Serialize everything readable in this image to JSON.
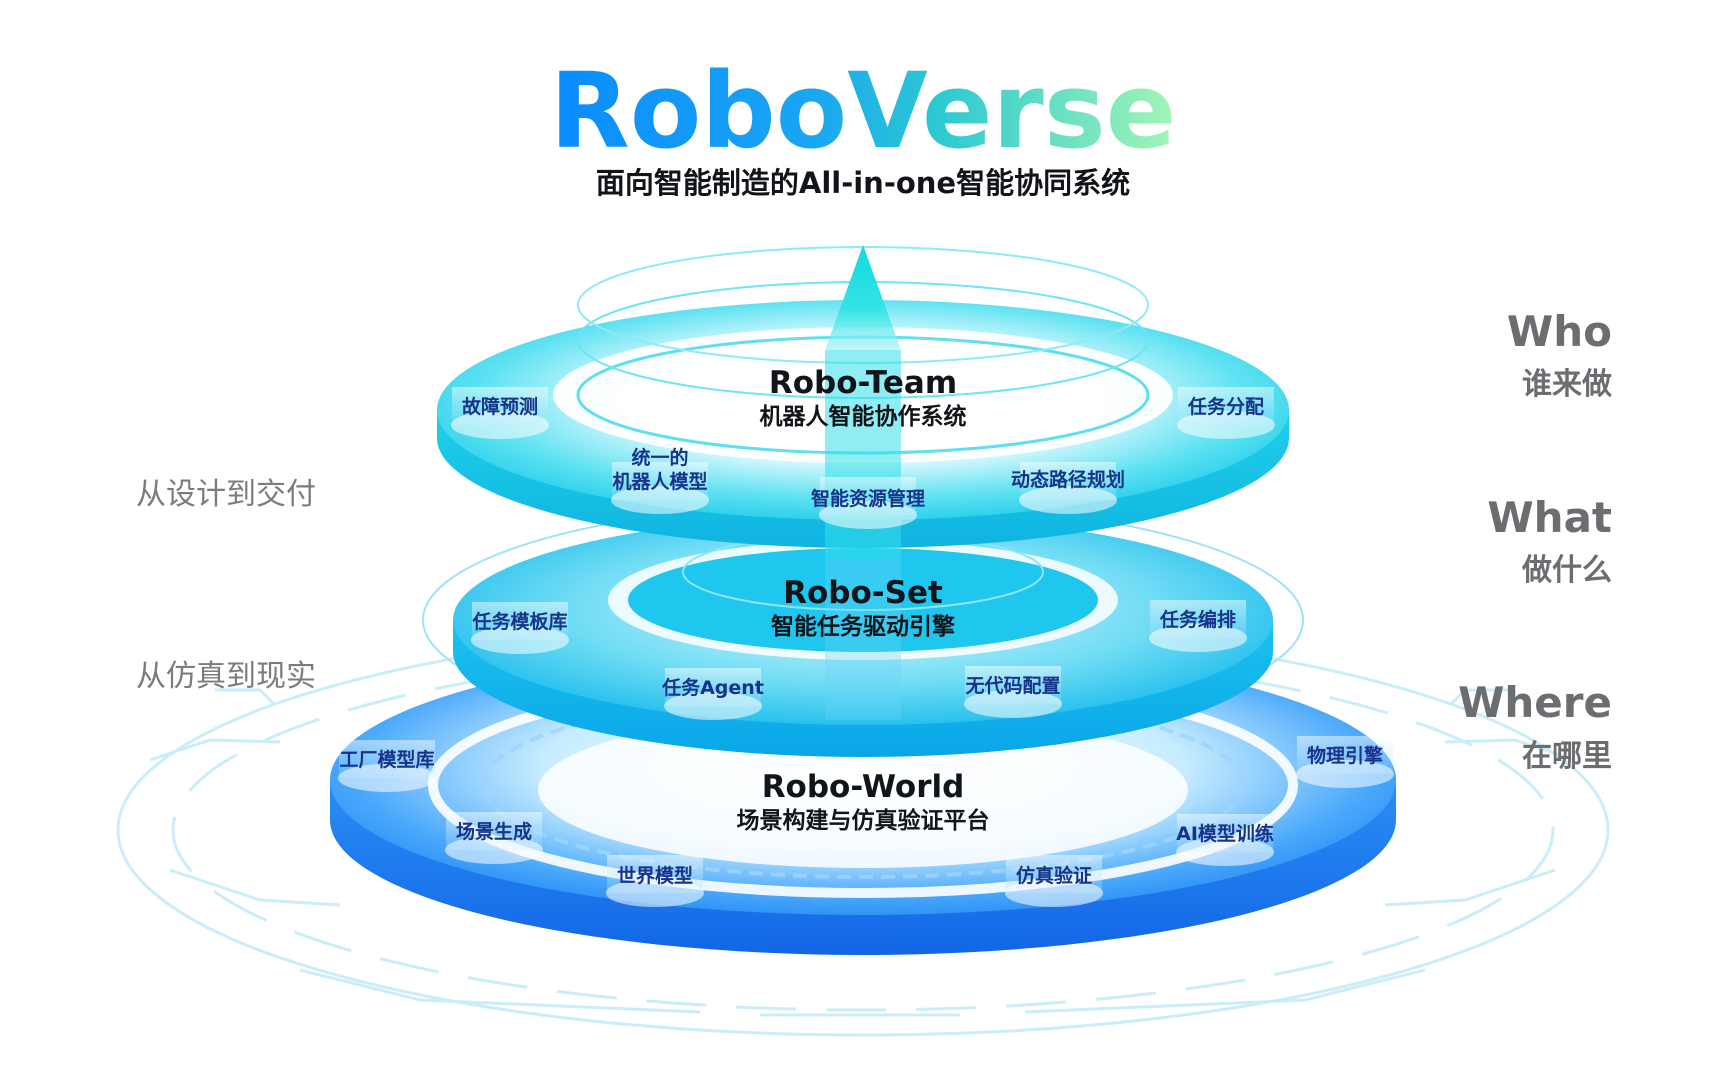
{
  "header": {
    "title_part1": "Robo",
    "title_part2": "Verse",
    "subtitle": "面向智能制造的All-in-one智能协同系统"
  },
  "colors": {
    "title_gradient": [
      "#0a8cff",
      "#1bb0f0",
      "#34d3c6",
      "#8ff0b0"
    ],
    "deep_blue": "#1e88f5",
    "cyan": "#22d4ee",
    "node_text": "#17338a",
    "side_text": "#6b6d70"
  },
  "layers": [
    {
      "key": "team",
      "title": "Robo-Team",
      "subtitle": "机器人智能协作系统",
      "nodes": [
        "故障预测",
        "统一的",
        "机器人模型",
        "智能资源管理",
        "动态路径规划",
        "任务分配"
      ]
    },
    {
      "key": "set",
      "title": "Robo-Set",
      "subtitle": "智能任务驱动引擎",
      "nodes": [
        "任务模板库",
        "任务Agent",
        "无代码配置",
        "任务编排"
      ]
    },
    {
      "key": "world",
      "title": "Robo-World",
      "subtitle": "场景构建与仿真验证平台",
      "nodes": [
        "工厂模型库",
        "场景生成",
        "世界模型",
        "仿真验证",
        "AI模型训练",
        "物理引擎"
      ]
    }
  ],
  "left_labels": [
    "从设计到交付",
    "从仿真到现实"
  ],
  "right_labels": [
    {
      "en": "Who",
      "cn": "谁来做"
    },
    {
      "en": "What",
      "cn": "做什么"
    },
    {
      "en": "Where",
      "cn": "在哪里"
    }
  ]
}
